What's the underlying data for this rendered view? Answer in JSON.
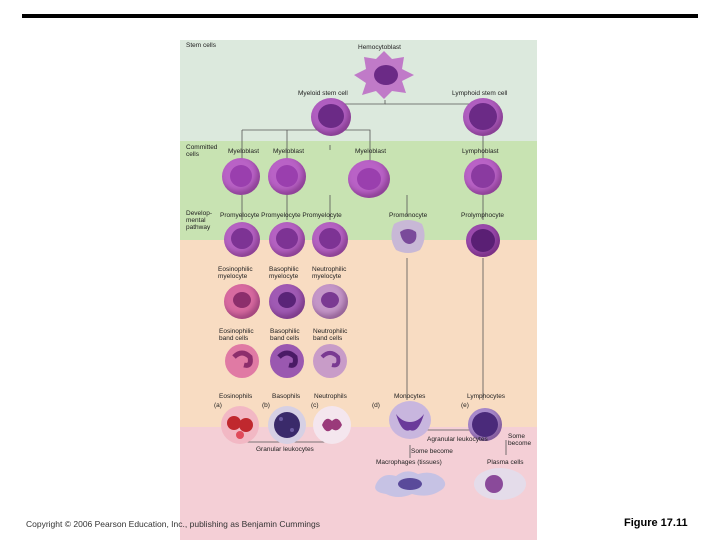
{
  "colors": {
    "band_stem": "#dce9dd",
    "band_committed": "#c8e3b2",
    "band_developmental": "#f8dcc2",
    "band_mature": "#f4cfd6",
    "cell_purple": "#b05ec0",
    "nucleus_purple": "#6b2a86"
  },
  "figure": {
    "tiers": {
      "stem_cells": "Stem cells",
      "committed_cells": "Committed\ncells",
      "developmental_pathway": "Develop-\nmental\npathway"
    },
    "stem": {
      "hemocytoblast": "Hemocytoblast",
      "myeloid_stem_cell": "Myeloid stem cell",
      "lymphoid_stem_cell": "Lymphoid stem cell"
    },
    "committed": {
      "myeloblast_1": "Myeloblast",
      "myeloblast_2": "Myeloblast",
      "myeloblast_3": "Myeloblast",
      "lymphoblast": "Lymphoblast"
    },
    "developmental": {
      "promyelocytes": "Promyelocyte Promyelocyte Promyelocyte",
      "promonocyte": "Promonocyte",
      "prolymphocyte": "Prolymphocyte",
      "eosinophilic_myelocyte": "Eosinophilic\nmyelocyte",
      "basophilic_myelocyte": "Basophilic\nmyelocyte",
      "neutrophilic_myelocyte": "Neutrophilic\nmyelocyte",
      "eosinophilic_band": "Eosinophilic\nband cells",
      "basophilic_band": "Basophilic\nband cells",
      "neutrophilic_band": "Neutrophilic\nband cells"
    },
    "mature": {
      "eosinophils": "Eosinophils",
      "eosinophils_tag": "(a)",
      "basophils": "Basophils",
      "basophils_tag": "(b)",
      "neutrophils": "Neutrophils",
      "neutrophils_tag": "(c)",
      "monocytes": "Monocytes",
      "monocytes_tag": "(d)",
      "lymphocytes": "Lymphocytes",
      "lymphocytes_tag": "(e)",
      "granular_leukocytes": "Granular leukocytes",
      "agranular_leukocytes": "Agranular leukocytes",
      "some_become_1": "Some become",
      "some_become_2": "Some\nbecome",
      "macrophages": "Macrophages (tissues)",
      "plasma_cells": "Plasma cells"
    }
  },
  "footer": {
    "copyright": "Copyright © 2006 Pearson Education, Inc., publishing as Benjamin Cummings",
    "figure_number": "Figure 17.11"
  }
}
